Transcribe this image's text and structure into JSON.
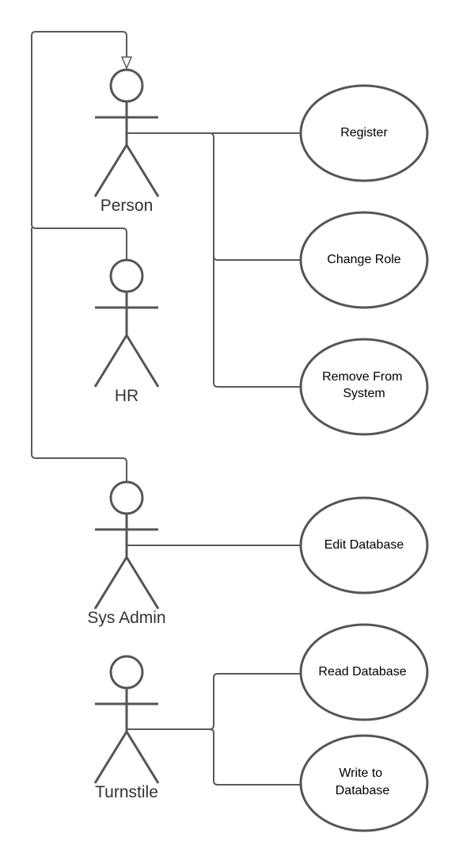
{
  "diagram": {
    "actors": [
      {
        "id": "person",
        "label": "Person"
      },
      {
        "id": "hr",
        "label": "HR"
      },
      {
        "id": "sys-admin",
        "label": "Sys Admin"
      },
      {
        "id": "turnstile",
        "label": "Turnstile"
      }
    ],
    "use_cases": [
      {
        "id": "register",
        "lines": [
          "Register"
        ]
      },
      {
        "id": "change-role",
        "lines": [
          "Change Role"
        ]
      },
      {
        "id": "remove-from-system",
        "lines": [
          "Remove From",
          "System"
        ]
      },
      {
        "id": "edit-database",
        "lines": [
          "Edit Database"
        ]
      },
      {
        "id": "read-database",
        "lines": [
          "Read Database"
        ]
      },
      {
        "id": "write-to-database",
        "lines": [
          "Write to",
          "Database"
        ]
      }
    ],
    "associations": [
      {
        "from": "person",
        "to": "register"
      },
      {
        "from": "person",
        "to": "change-role"
      },
      {
        "from": "person",
        "to": "remove-from-system"
      },
      {
        "from": "sys-admin",
        "to": "edit-database"
      },
      {
        "from": "turnstile",
        "to": "read-database"
      },
      {
        "from": "turnstile",
        "to": "write-to-database"
      }
    ],
    "generalizations": [
      {
        "from": "hr",
        "to": "person"
      },
      {
        "from": "sys-admin",
        "to": "person"
      }
    ],
    "colors": {
      "stroke": "#555555",
      "line": "#5a5a5a",
      "text": "#000000",
      "actor_text": "#333333",
      "background": "#ffffff"
    }
  }
}
